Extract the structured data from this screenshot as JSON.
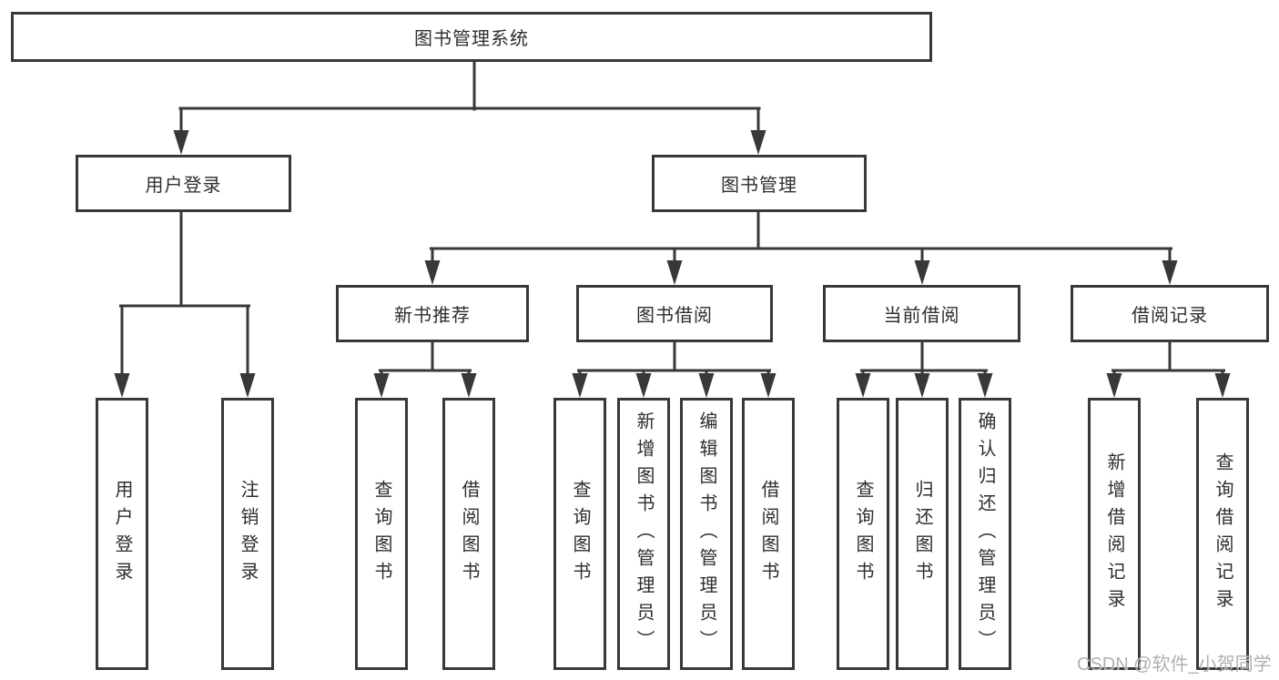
{
  "tree": {
    "root": {
      "label": "图书管理系统"
    },
    "children": [
      {
        "label": "用户登录",
        "children": [
          {
            "label": "用户登录"
          },
          {
            "label": "注销登录"
          }
        ]
      },
      {
        "label": "图书管理",
        "children": [
          {
            "label": "新书推荐",
            "children": [
              {
                "label": "查询图书"
              },
              {
                "label": "借阅图书"
              }
            ]
          },
          {
            "label": "图书借阅",
            "children": [
              {
                "label": "查询图书"
              },
              {
                "label": "新增图书（管理员）"
              },
              {
                "label": "编辑图书（管理员）"
              },
              {
                "label": "借阅图书"
              }
            ]
          },
          {
            "label": "当前借阅",
            "children": [
              {
                "label": "查询图书"
              },
              {
                "label": "归还图书"
              },
              {
                "label": "确认归还（管理员）"
              }
            ]
          },
          {
            "label": "借阅记录",
            "children": [
              {
                "label": "新增借阅记录"
              },
              {
                "label": "查询借阅记录"
              }
            ]
          }
        ]
      }
    ]
  },
  "watermark": {
    "text": "CSDN @软件_小贺同学"
  },
  "colors": {
    "line": "#383838",
    "box_border": "#383838",
    "text": "#2e2e2e",
    "watermark": "#a5a5a5",
    "background": "#ffffff"
  }
}
